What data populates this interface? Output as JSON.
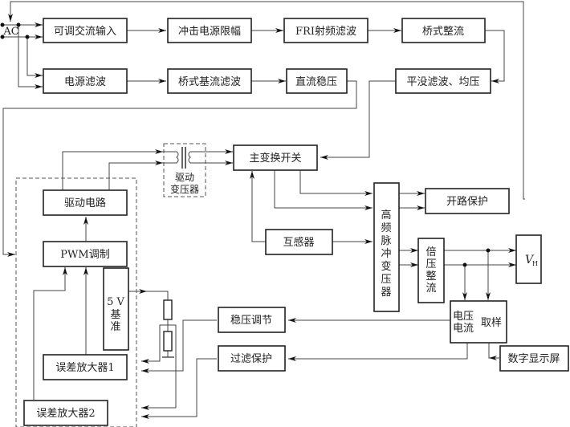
{
  "diagram": {
    "input": "AC",
    "blocks": {
      "adjustable_ac_input": "可调交流输入",
      "surge_limit": "冲击电源限幅",
      "rfi_filter": "FRI射频滤波",
      "bridge_rectifier": "桥式整流",
      "power_filter": "电源滤波",
      "bridge_base_filter": "桥式基流滤波",
      "dc_regulator": "直流稳压",
      "smoothing_balance": "平没滤波、均压",
      "main_switch": "主变换开关",
      "drive_transformer_line1": "驱动",
      "drive_transformer_line2": "变压器",
      "drive_circuit": "驱动电路",
      "pwm": "PWM调制",
      "reference_line1": "5 V",
      "reference_line2": "基",
      "reference_line3": "准",
      "error_amp1": "误差放大器1",
      "error_amp2": "误差放大器2",
      "mutual_inductor": "互感器",
      "hf_transformer": [
        "高",
        "频",
        "脉",
        "冲",
        "变",
        "压",
        "器"
      ],
      "open_circuit_protect": "开路保护",
      "voltage_doubler": [
        "倍",
        "压",
        "整",
        "流"
      ],
      "output_main": "V",
      "output_sub": "H",
      "regulation": "稳压调节",
      "filter_protect": "过滤保护",
      "sampling_v": "电压",
      "sampling_i": "电流",
      "sampling": "取样",
      "digital_display": "数字显示屏"
    }
  }
}
